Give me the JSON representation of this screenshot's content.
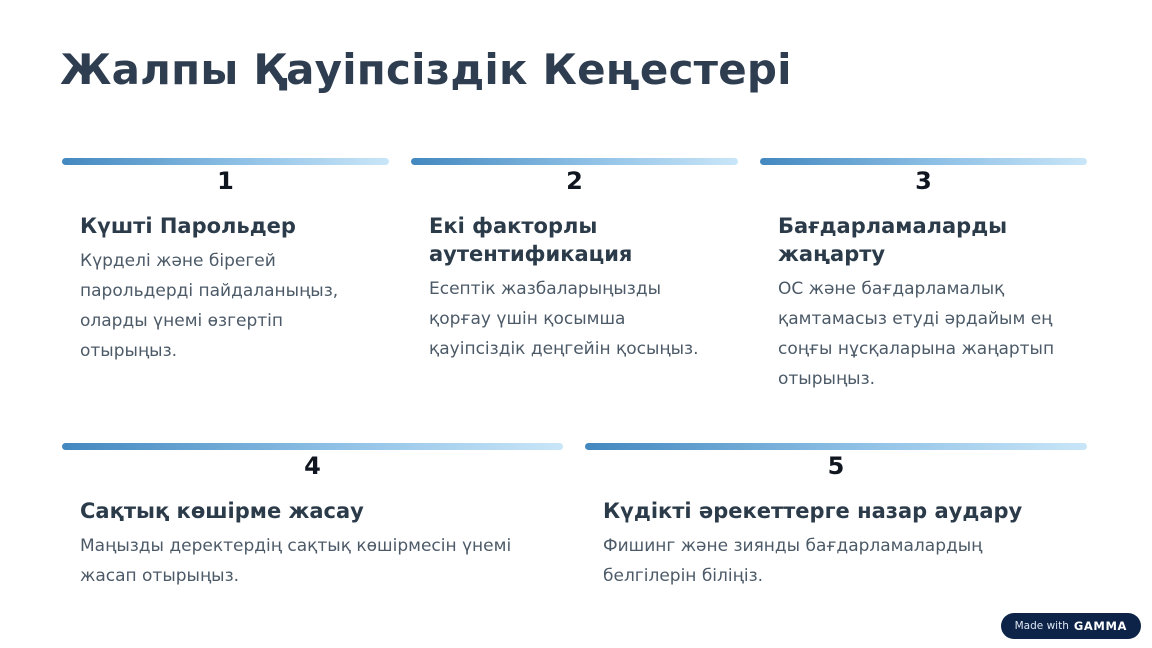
{
  "slide": {
    "title": "Жалпы Қауіпсіздік Кеңестері",
    "tips": [
      {
        "number": "1",
        "heading": "Күшті Парольдер",
        "body": "Күрделі және бірегей\nпарольдерді пайдаланыңыз,\nоларды үнемі өзгертіп\nотырыңыз."
      },
      {
        "number": "2",
        "heading": "Екі факторлы\nаутентификация",
        "body": "Есептік жазбаларыңызды\nқорғау үшін қосымша\nқауіпсіздік деңгейін қосыңыз."
      },
      {
        "number": "3",
        "heading": "Бағдарламаларды\nжаңарту",
        "body": "ОС және бағдарламалық\nқамтамасыз етуді әрдайым ең\nсоңғы нұсқаларына жаңартып\nотырыңыз."
      },
      {
        "number": "4",
        "heading": "Сақтық көшірме жасау",
        "body": "Маңызды деректердің сақтық көшірмесін үнемі\nжасап отырыңыз."
      },
      {
        "number": "5",
        "heading": "Күдікті әрекеттерге назар аудару",
        "body": "Фишинг және зиянды бағдарламалардың\nбелгілерін біліңіз."
      }
    ],
    "badge": {
      "prefix": "Made with",
      "brand": "GAMMA"
    }
  },
  "colors": {
    "background": "#ffffff",
    "title": "#2e3d4f",
    "heading": "#2c3b49",
    "body": "#4c5a68",
    "number": "#10161f",
    "bar_start": "#4288bf",
    "bar_mid": "#8fc1e6",
    "bar_end": "#c9e6f8",
    "badge_bg": "#0d2347"
  }
}
